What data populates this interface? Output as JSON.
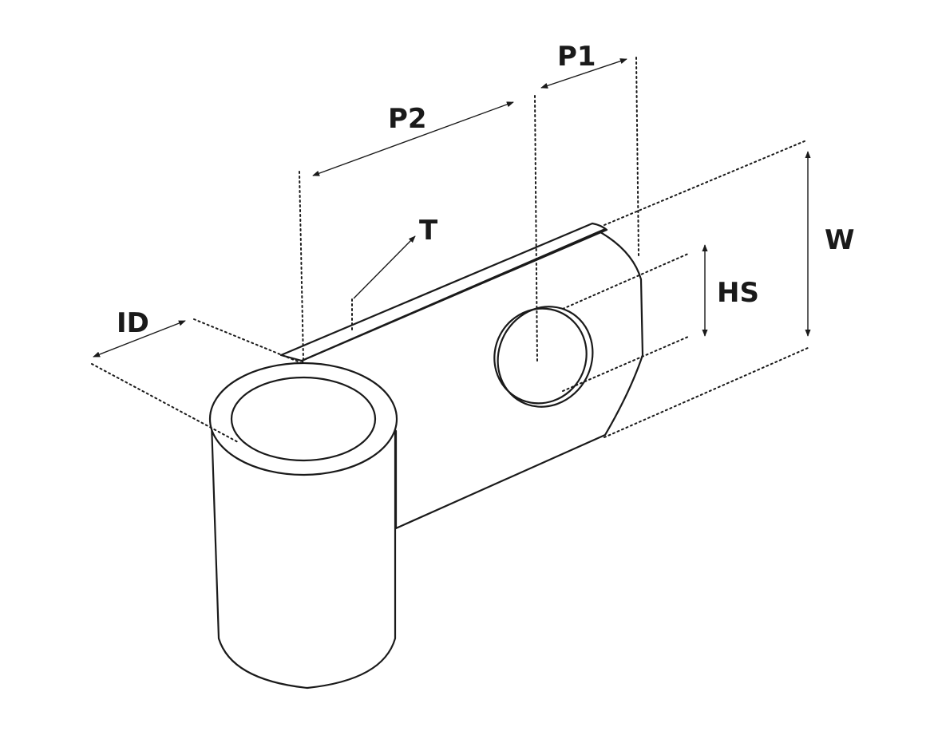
{
  "labels": {
    "p1": "P1",
    "p2": "P2",
    "t": "T",
    "id": "ID",
    "hs": "HS",
    "w": "W"
  },
  "colors": {
    "line": "#1a1a1a",
    "background": "#ffffff"
  }
}
